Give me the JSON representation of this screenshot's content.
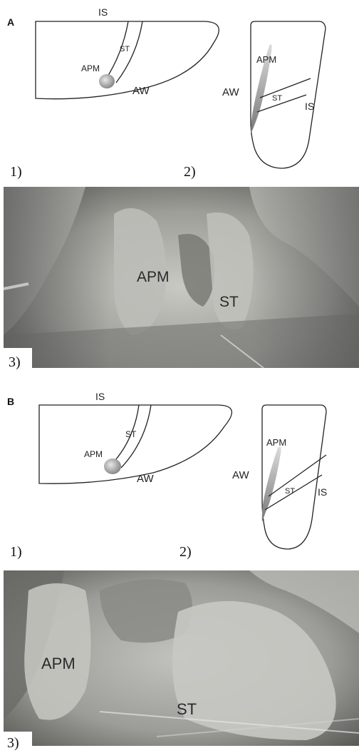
{
  "panels": [
    {
      "letter": "A",
      "diagram1": {
        "label_is": "IS",
        "label_st": "ST",
        "label_apm": "APM",
        "label_aw": "AW",
        "number": "1)"
      },
      "diagram2": {
        "label_apm": "APM",
        "label_aw": "AW",
        "label_st": "ST",
        "label_is": "IS",
        "number": "2)"
      },
      "photo": {
        "label_apm": "APM",
        "label_st": "ST",
        "number": "3)"
      }
    },
    {
      "letter": "B",
      "diagram1": {
        "label_is": "IS",
        "label_st": "ST",
        "label_apm": "APM",
        "label_aw": "AW",
        "number": "1)"
      },
      "diagram2": {
        "label_apm": "APM",
        "label_aw": "AW",
        "label_st": "ST",
        "label_is": "IS",
        "number": "2)"
      },
      "photo": {
        "label_apm": "APM",
        "label_st": "ST",
        "number": "3)"
      }
    }
  ],
  "colors": {
    "line": "#222222",
    "papillary": "#b9b9b9",
    "photo_base": "#9a9a96"
  }
}
